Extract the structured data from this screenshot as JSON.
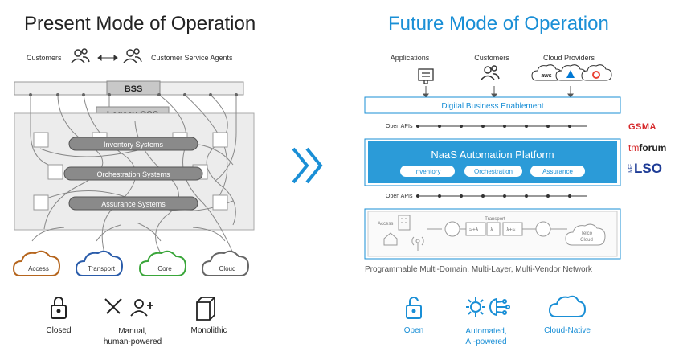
{
  "left": {
    "title": "Present Mode of Operation",
    "customers": "Customers",
    "agents": "Customer Service Agents",
    "bss": "BSS",
    "legacy_oss": "Legacy OSS",
    "systems": [
      "Inventory Systems",
      "Orchestration Systems",
      "Assurance Systems"
    ],
    "clouds": [
      "Access",
      "Transport",
      "Core",
      "Cloud"
    ],
    "traits": [
      {
        "icon": "padlock-icon",
        "label": "Closed"
      },
      {
        "icon": "tools-person-icon",
        "label": "Manual,\nhuman-powered"
      },
      {
        "icon": "box-icon",
        "label": "Monolithic"
      }
    ],
    "colors": {
      "access": "#b5651d",
      "transport": "#2a5caa",
      "core": "#3aa63a",
      "cloud": "#666666"
    }
  },
  "right": {
    "title": "Future Mode of Operation",
    "top_labels": [
      "Applications",
      "Customers",
      "Cloud Providers"
    ],
    "provider_badges": [
      "aws",
      "azure-icon",
      "gcp-icon"
    ],
    "digital_business": "Digital Business Enablement",
    "open_apis": "Open APIs",
    "platform": "NaaS Automation Platform",
    "pills": [
      "Inventory",
      "Orchestration",
      "Assurance"
    ],
    "network": {
      "access": "Access",
      "transport": "Transport",
      "telco": "Telco\nCloud"
    },
    "network_caption": "Programmable Multi-Domain, Multi-Layer, Multi-Vendor Network",
    "logos": {
      "gsma": "GSMA",
      "tm_prefix": "tm",
      "tm_suffix": "forum",
      "mef": "MEF",
      "lso": "LSO"
    },
    "traits": [
      {
        "icon": "open-padlock-icon",
        "label": "Open"
      },
      {
        "icon": "gear-ai-icon",
        "label": "Automated,\nAI-powered"
      },
      {
        "icon": "cloud-icon",
        "label": "Cloud-Native"
      }
    ],
    "colors": {
      "accent": "#1a8fd6",
      "platform_bg": "#2b9bd8"
    }
  },
  "arrow": "chevron-right-icon"
}
